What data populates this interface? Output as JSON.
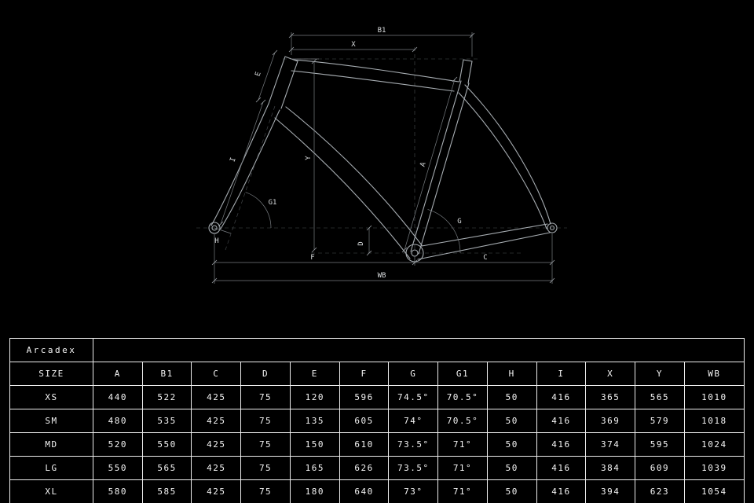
{
  "colors": {
    "background": "#000000",
    "frame_line": "#a7adb2",
    "dimension_line": "#787d81",
    "label_text": "#d9dcde",
    "table_border": "#ededed",
    "table_text": "#f5f5f5"
  },
  "diagram": {
    "labels": {
      "b1": "B1",
      "x": "X",
      "e": "E",
      "i": "I",
      "y": "Y",
      "a": "A",
      "g": "G",
      "g1": "G1",
      "h": "H",
      "d": "D",
      "f": "F",
      "c": "C",
      "wb": "WB"
    }
  },
  "table": {
    "title": "Arcadex",
    "headers": [
      "SIZE",
      "A",
      "B1",
      "C",
      "D",
      "E",
      "F",
      "G",
      "G1",
      "H",
      "I",
      "X",
      "Y",
      "WB"
    ],
    "rows": [
      [
        "XS",
        "440",
        "522",
        "425",
        "75",
        "120",
        "596",
        "74.5°",
        "70.5°",
        "50",
        "416",
        "365",
        "565",
        "1010"
      ],
      [
        "SM",
        "480",
        "535",
        "425",
        "75",
        "135",
        "605",
        "74°",
        "70.5°",
        "50",
        "416",
        "369",
        "579",
        "1018"
      ],
      [
        "MD",
        "520",
        "550",
        "425",
        "75",
        "150",
        "610",
        "73.5°",
        "71°",
        "50",
        "416",
        "374",
        "595",
        "1024"
      ],
      [
        "LG",
        "550",
        "565",
        "425",
        "75",
        "165",
        "626",
        "73.5°",
        "71°",
        "50",
        "416",
        "384",
        "609",
        "1039"
      ],
      [
        "XL",
        "580",
        "585",
        "425",
        "75",
        "180",
        "640",
        "73°",
        "71°",
        "50",
        "416",
        "394",
        "623",
        "1054"
      ]
    ]
  }
}
